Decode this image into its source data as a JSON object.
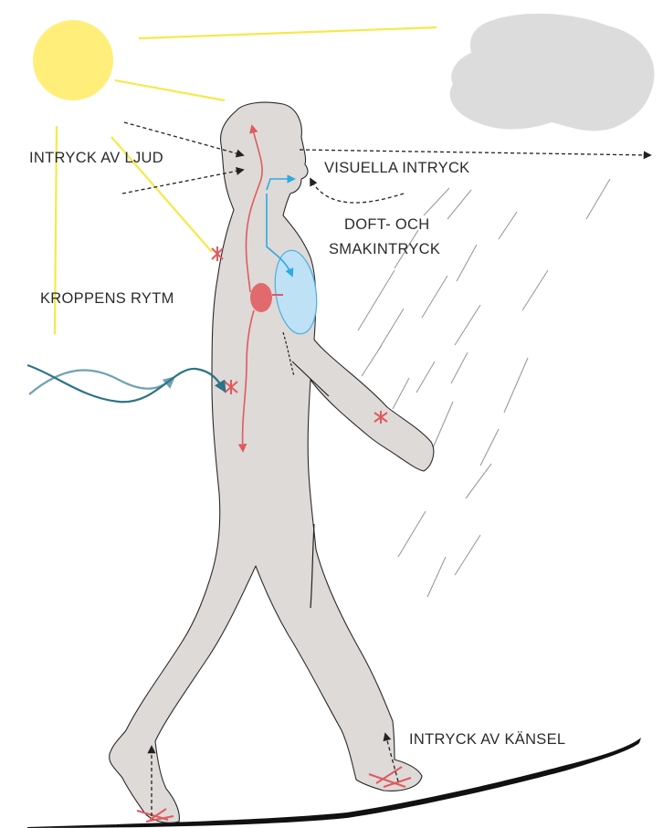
{
  "labels": {
    "sound": "INTRYCK AV LJUD",
    "visual": "VISUELLA INTRYCK",
    "smell_line1": "DOFT- OCH",
    "smell_line2": "SMAKINTRYCK",
    "rhythm": "KROPPENS RYTM",
    "touch": "INTRYCK AV KÄNSEL"
  },
  "colors": {
    "sun": "#ffef7a",
    "sun_rays": "#f5e94a",
    "cloud": "#dcdcdc",
    "body": "#dedad8",
    "body_outline": "#2a2a2a",
    "nerve_red": "#e05a5f",
    "heart": "#e06a6e",
    "lung_fill": "#bfe1f5",
    "lung_stroke": "#4aaee0",
    "blue_arrow": "#2eaae3",
    "wind_dark": "#2e7387",
    "wind_light": "#6fa2b1",
    "rain": "#9b9b9b",
    "ground": "#111111",
    "arrow_dashed": "#222222"
  },
  "icons": [
    "sun-icon",
    "cloud-icon",
    "rain-icon",
    "wind-icon",
    "heart-icon",
    "lung-icon"
  ]
}
